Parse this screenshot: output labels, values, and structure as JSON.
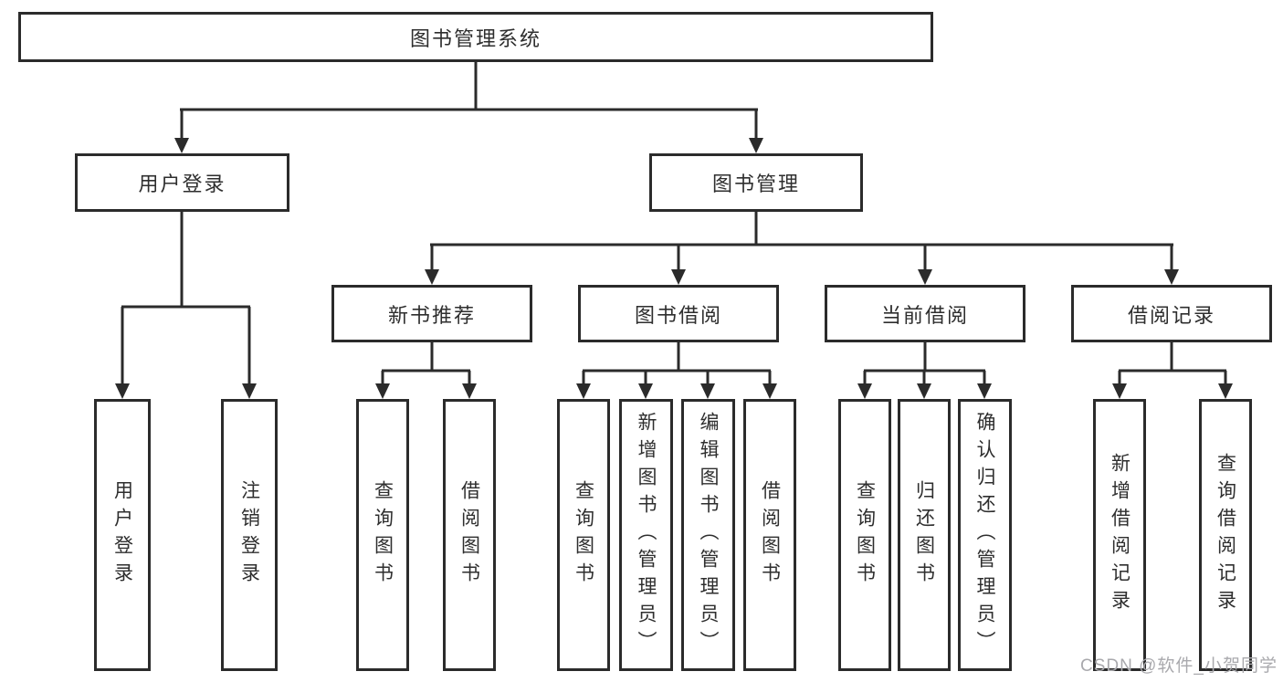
{
  "tree": {
    "root": {
      "label": "图书管理系统"
    },
    "level2": [
      {
        "label": "用户登录"
      },
      {
        "label": "图书管理"
      }
    ],
    "level3": [
      {
        "label": "新书推荐"
      },
      {
        "label": "图书借阅"
      },
      {
        "label": "当前借阅"
      },
      {
        "label": "借阅记录"
      }
    ],
    "leaves": {
      "userLogin": [
        {
          "label": "用户登录"
        },
        {
          "label": "注销登录"
        }
      ],
      "newBooks": [
        {
          "label": "查询图书"
        },
        {
          "label": "借阅图书"
        }
      ],
      "bookBorrow": [
        {
          "label": "查询图书"
        },
        {
          "label": "新增图书（管理员）"
        },
        {
          "label": "编辑图书（管理员）"
        },
        {
          "label": "借阅图书"
        }
      ],
      "currentBorrow": [
        {
          "label": "查询图书"
        },
        {
          "label": "归还图书"
        },
        {
          "label": "确认归还（管理员）"
        }
      ],
      "borrowRecords": [
        {
          "label": "新增借阅记录"
        },
        {
          "label": "查询借阅记录"
        }
      ]
    }
  },
  "watermark": "CSDN @软件_小贺同学",
  "colors": {
    "line": "#2b2b2b",
    "border": "#2b2b2b",
    "text": "#2e2e2e",
    "watermark": "#a9a9ad",
    "background": "#ffffff"
  }
}
